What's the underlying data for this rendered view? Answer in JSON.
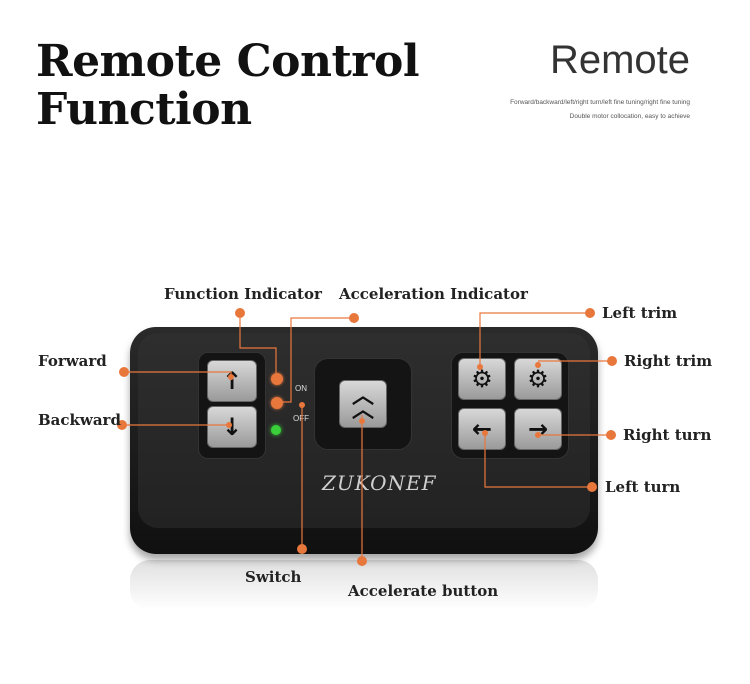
{
  "heading": {
    "line1": "Remote Control",
    "line2": "Function"
  },
  "brand": {
    "title": "Remote",
    "line1": "Forward/backward/left/right turn/left fine tuning/right fine tuning",
    "line2": "Double motor collocation, easy to achieve"
  },
  "callouts": {
    "function_indicator": "Function Indicator",
    "acceleration_indicator": "Acceleration Indicator",
    "left_trim": "Left trim",
    "right_trim": "Right trim",
    "forward": "Forward",
    "backward": "Backward",
    "right_turn": "Right turn",
    "left_turn": "Left turn",
    "switch": "Switch",
    "accelerate_button": "Accelerate button"
  },
  "remote": {
    "on_label": "ON",
    "off_label": "OFF",
    "logo": "ZUKONEF",
    "icons": {
      "forward": "arrow-up-icon",
      "backward": "arrow-down-icon",
      "accelerate": "double-chevron-up-icon",
      "left_trim": "gear-icon",
      "right_trim": "gear-icon",
      "left_turn": "arrow-left-icon",
      "right_turn": "arrow-right-icon"
    }
  },
  "colors": {
    "callout": "#e8773c",
    "led_green": "#39d039",
    "led_orange": "#e8773c"
  }
}
